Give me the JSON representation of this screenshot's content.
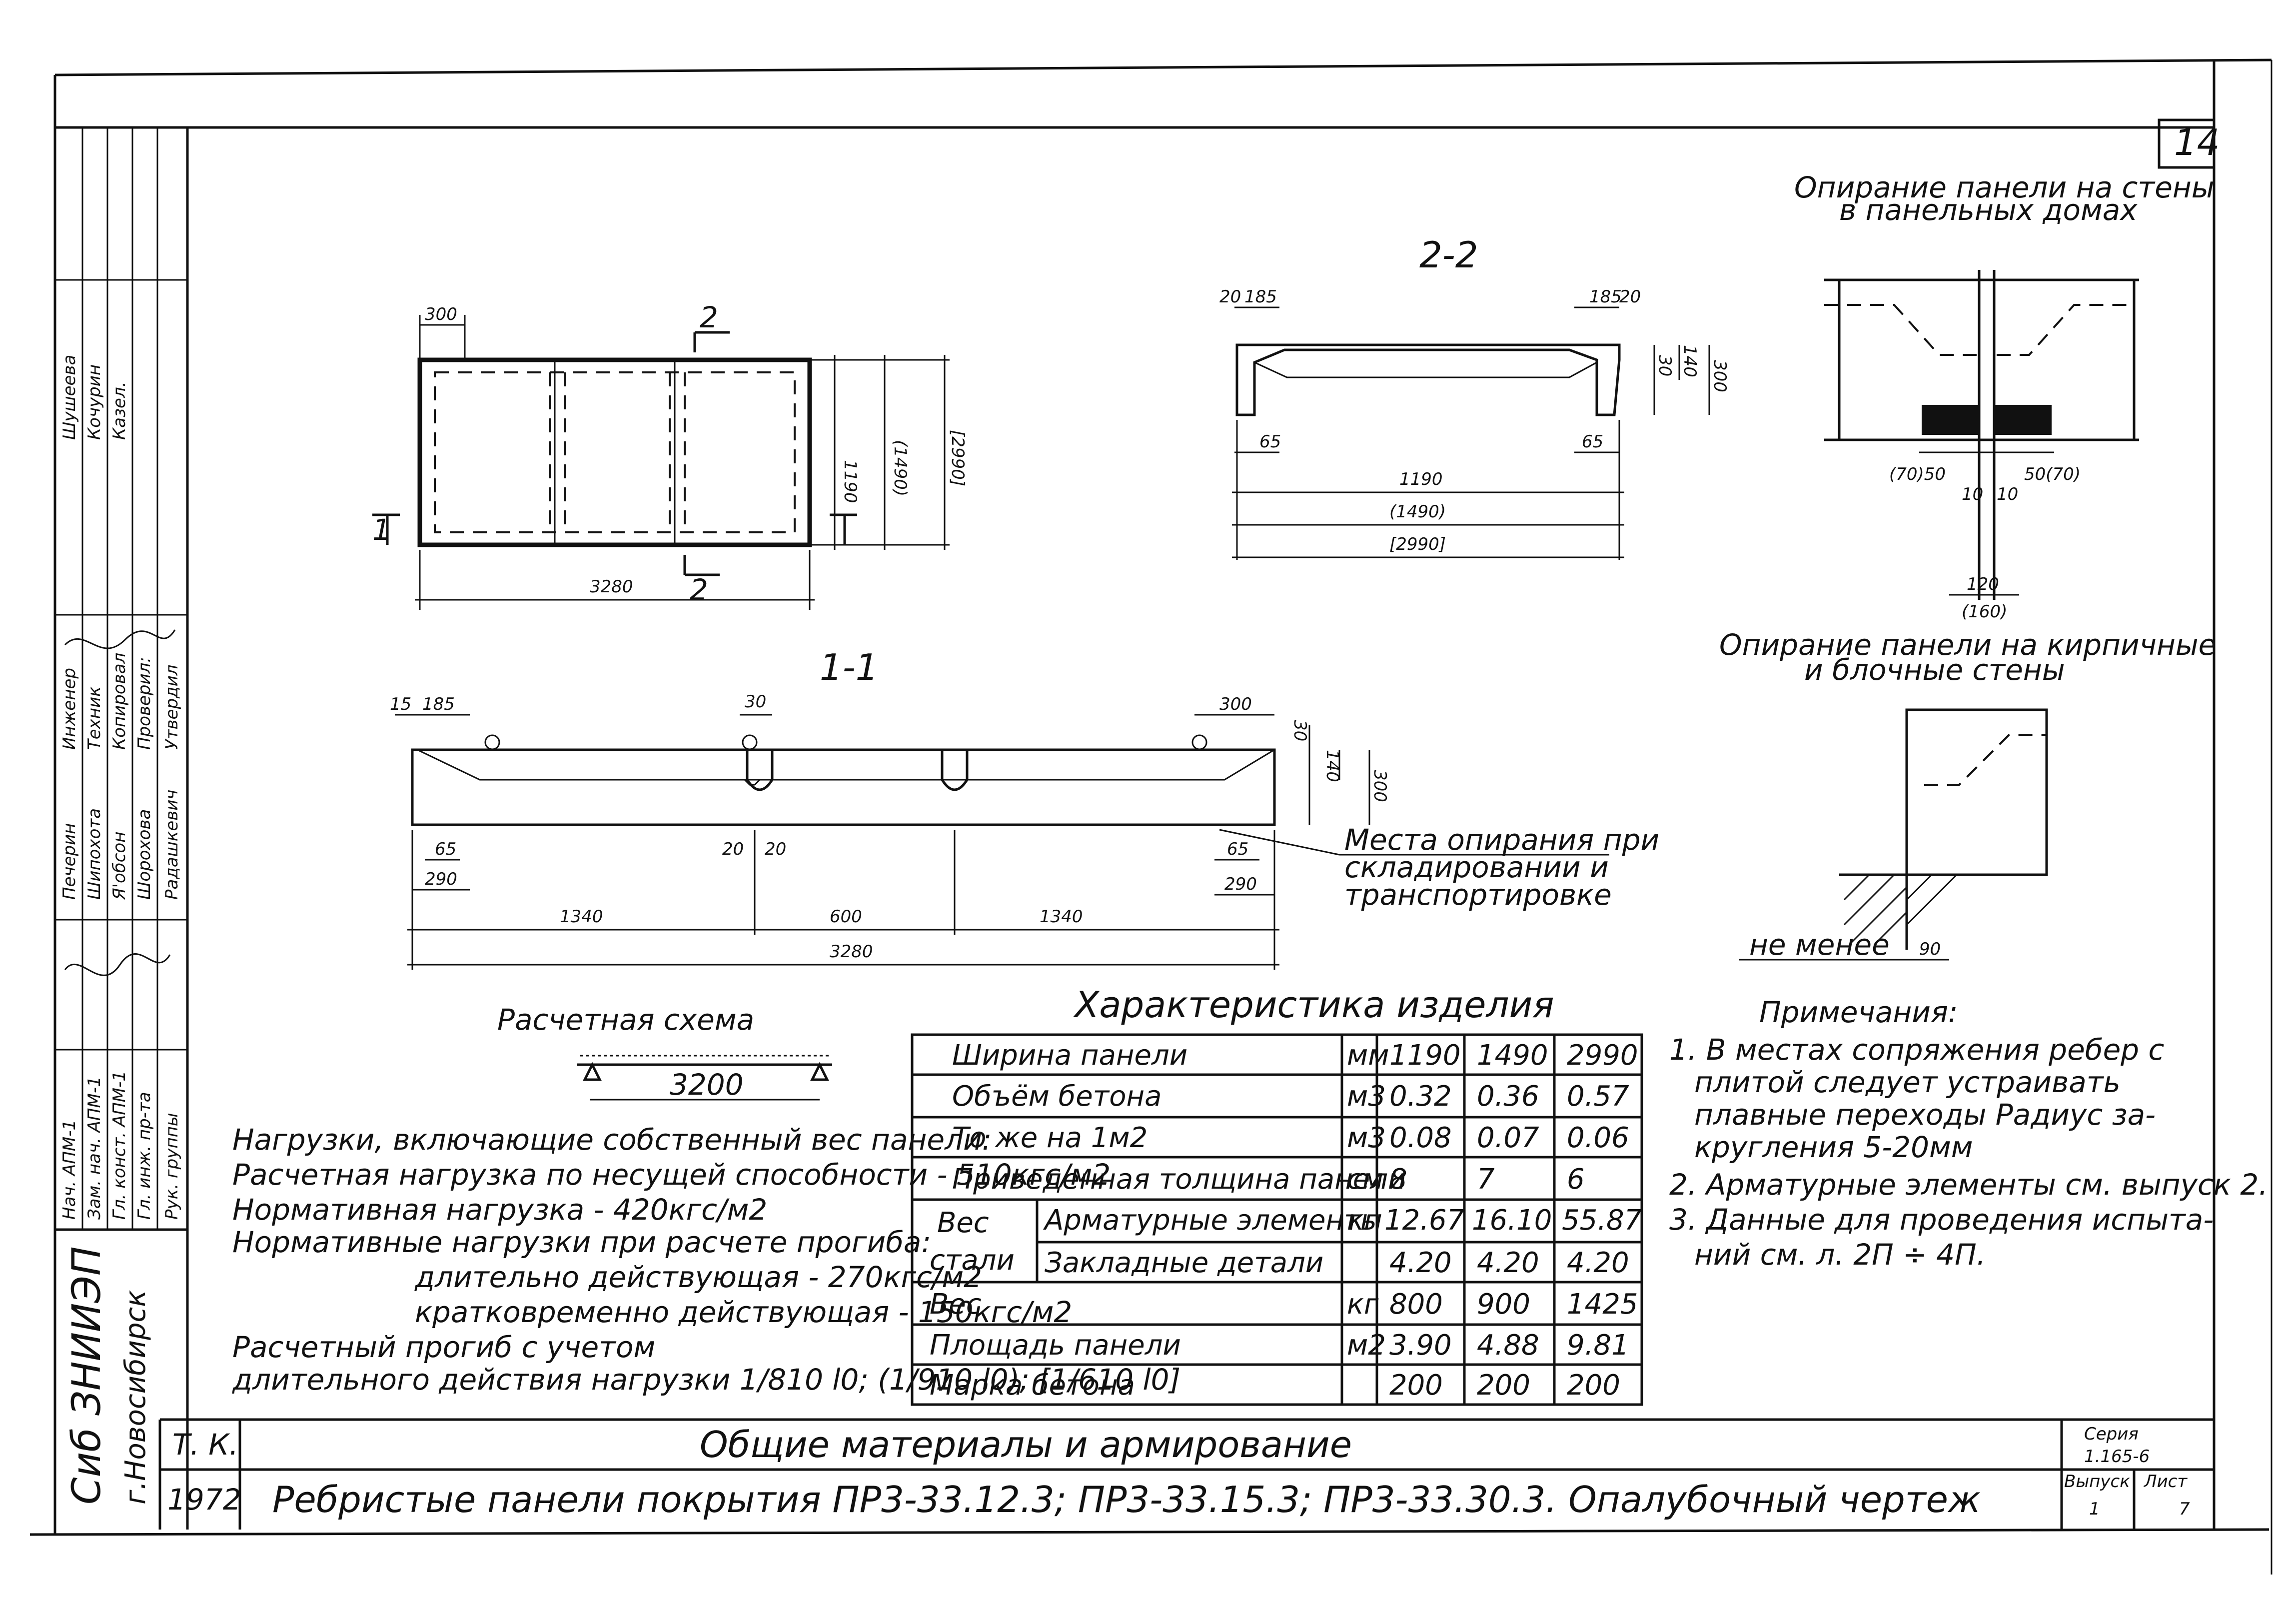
{
  "sheet_number": "14",
  "section_labels": {
    "s22": "2-2",
    "s11": "1-1",
    "mark2": "2",
    "mark1": "1"
  },
  "plan_view": {
    "dims": [
      "300",
      "3280",
      "1190",
      "(1490)",
      "[2990]"
    ]
  },
  "section_22": {
    "dims": [
      "20",
      "185",
      "185",
      "20",
      "30",
      "140",
      "300",
      "65",
      "65",
      "1190",
      "(1490)",
      "[2990]"
    ]
  },
  "section_11": {
    "dims": [
      "15",
      "185",
      "30",
      "300",
      "30",
      "140",
      "300",
      "65",
      "290",
      "20",
      "20",
      "65",
      "290",
      "1340",
      "600",
      "1340",
      "3280"
    ],
    "support_note": [
      "Места опирания при",
      "складировании и",
      "транспортировке"
    ]
  },
  "support_panel": {
    "title": [
      "Опирание панели на стены",
      "в панельных домах"
    ],
    "dims": [
      "(70)50",
      "50(70)",
      "10",
      "10",
      "120",
      "(160)"
    ]
  },
  "support_brick": {
    "title": [
      "Опирание панели на кирпичные",
      "и блочные стены"
    ],
    "label": "не менее",
    "dim": "90"
  },
  "calc_scheme": {
    "title": "Расчетная схема",
    "span": "3200"
  },
  "loads": {
    "lines": [
      "Нагрузки, включающие собственный вес панели:",
      "Расчетная нагрузка по несущей способности - 510кгс/м2",
      "Нормативная нагрузка                                  - 420кгс/м2",
      "Нормативные нагрузки при расчете прогиба:",
      "длительно действующая    - 270кгс/м2",
      "кратковременно действующая - 150кгс/м2",
      "Расчетный прогиб с учетом",
      "длительного действия нагрузки 1/810 l0; (1/910 l0); [1/610 l0]"
    ]
  },
  "characteristics": {
    "title": "Характеристика изделия",
    "rows": [
      {
        "label": "Ширина панели",
        "unit": "мм",
        "v1": "1190",
        "v2": "1490",
        "v3": "2990"
      },
      {
        "label": "Объём бетона",
        "unit": "м3",
        "v1": "0.32",
        "v2": "0.36",
        "v3": "0.57"
      },
      {
        "label": "То же на 1м2",
        "unit": "м3",
        "v1": "0.08",
        "v2": "0.07",
        "v3": "0.06"
      },
      {
        "label": "Приведенная толщина панели",
        "unit": "см",
        "v1": "8",
        "v2": "7",
        "v3": "6"
      },
      {
        "label": "Арматурные элементы",
        "unit": "кг",
        "v1": "12.67",
        "v2": "16.10",
        "v3": "55.87"
      },
      {
        "label": "Закладные детали",
        "unit": "",
        "v1": "4.20",
        "v2": "4.20",
        "v3": "4.20"
      },
      {
        "label": "Вес",
        "unit": "кг",
        "v1": "800",
        "v2": "900",
        "v3": "1425"
      },
      {
        "label": "Площадь панели",
        "unit": "м2",
        "v1": "3.90",
        "v2": "4.88",
        "v3": "9.81"
      },
      {
        "label": "Марка бетона",
        "unit": "",
        "v1": "200",
        "v2": "200",
        "v3": "200"
      }
    ],
    "steel_group": [
      "Вес",
      "стали"
    ]
  },
  "notes": {
    "title": "Примечания:",
    "lines": [
      "1. В местах сопряжения ребер с",
      "плитой следует устраивать",
      "плавные переходы Радиус за-",
      "кругления 5-20мм",
      "2. Арматурные элементы см. выпуск 2.",
      "3. Данные для проведения испыта-",
      "ний см. л. 2П ÷ 4П."
    ]
  },
  "title_block": {
    "tk": "Т. К.",
    "year": "1972",
    "main_title": "Общие материалы и армирование",
    "sub_title": "Ребристые панели покрытия ПР3-33.12.3; ПР3-33.15.3; ПР3-33.30.3. Опалубочный чертеж",
    "series_label": "Серия",
    "series_value": "1.165-6",
    "issue_label": "Выпуск",
    "sheet_label": "Лист",
    "issue_value": "1",
    "sheet_value": "7",
    "org1": "Сиб ЗНИИЭП",
    "org2": "г.Новосибирск"
  },
  "side_stamp": {
    "roles": [
      "Нач. АПМ-1",
      "Зам. нач. АПМ-1",
      "Гл. конст. АПМ-1",
      "Гл. инж. пр-та",
      "Рук. группы"
    ],
    "roles2": [
      "Инженер",
      "Техник",
      "Копировал",
      "Проверил:",
      "Утвердил"
    ],
    "names": [
      "Печерин",
      "Шипохота",
      "Я'обсон",
      "Шорохова",
      "Радашкевич"
    ],
    "names2": [
      "Шушеева",
      "Кочурин",
      "Казел.",
      "",
      ""
    ]
  }
}
